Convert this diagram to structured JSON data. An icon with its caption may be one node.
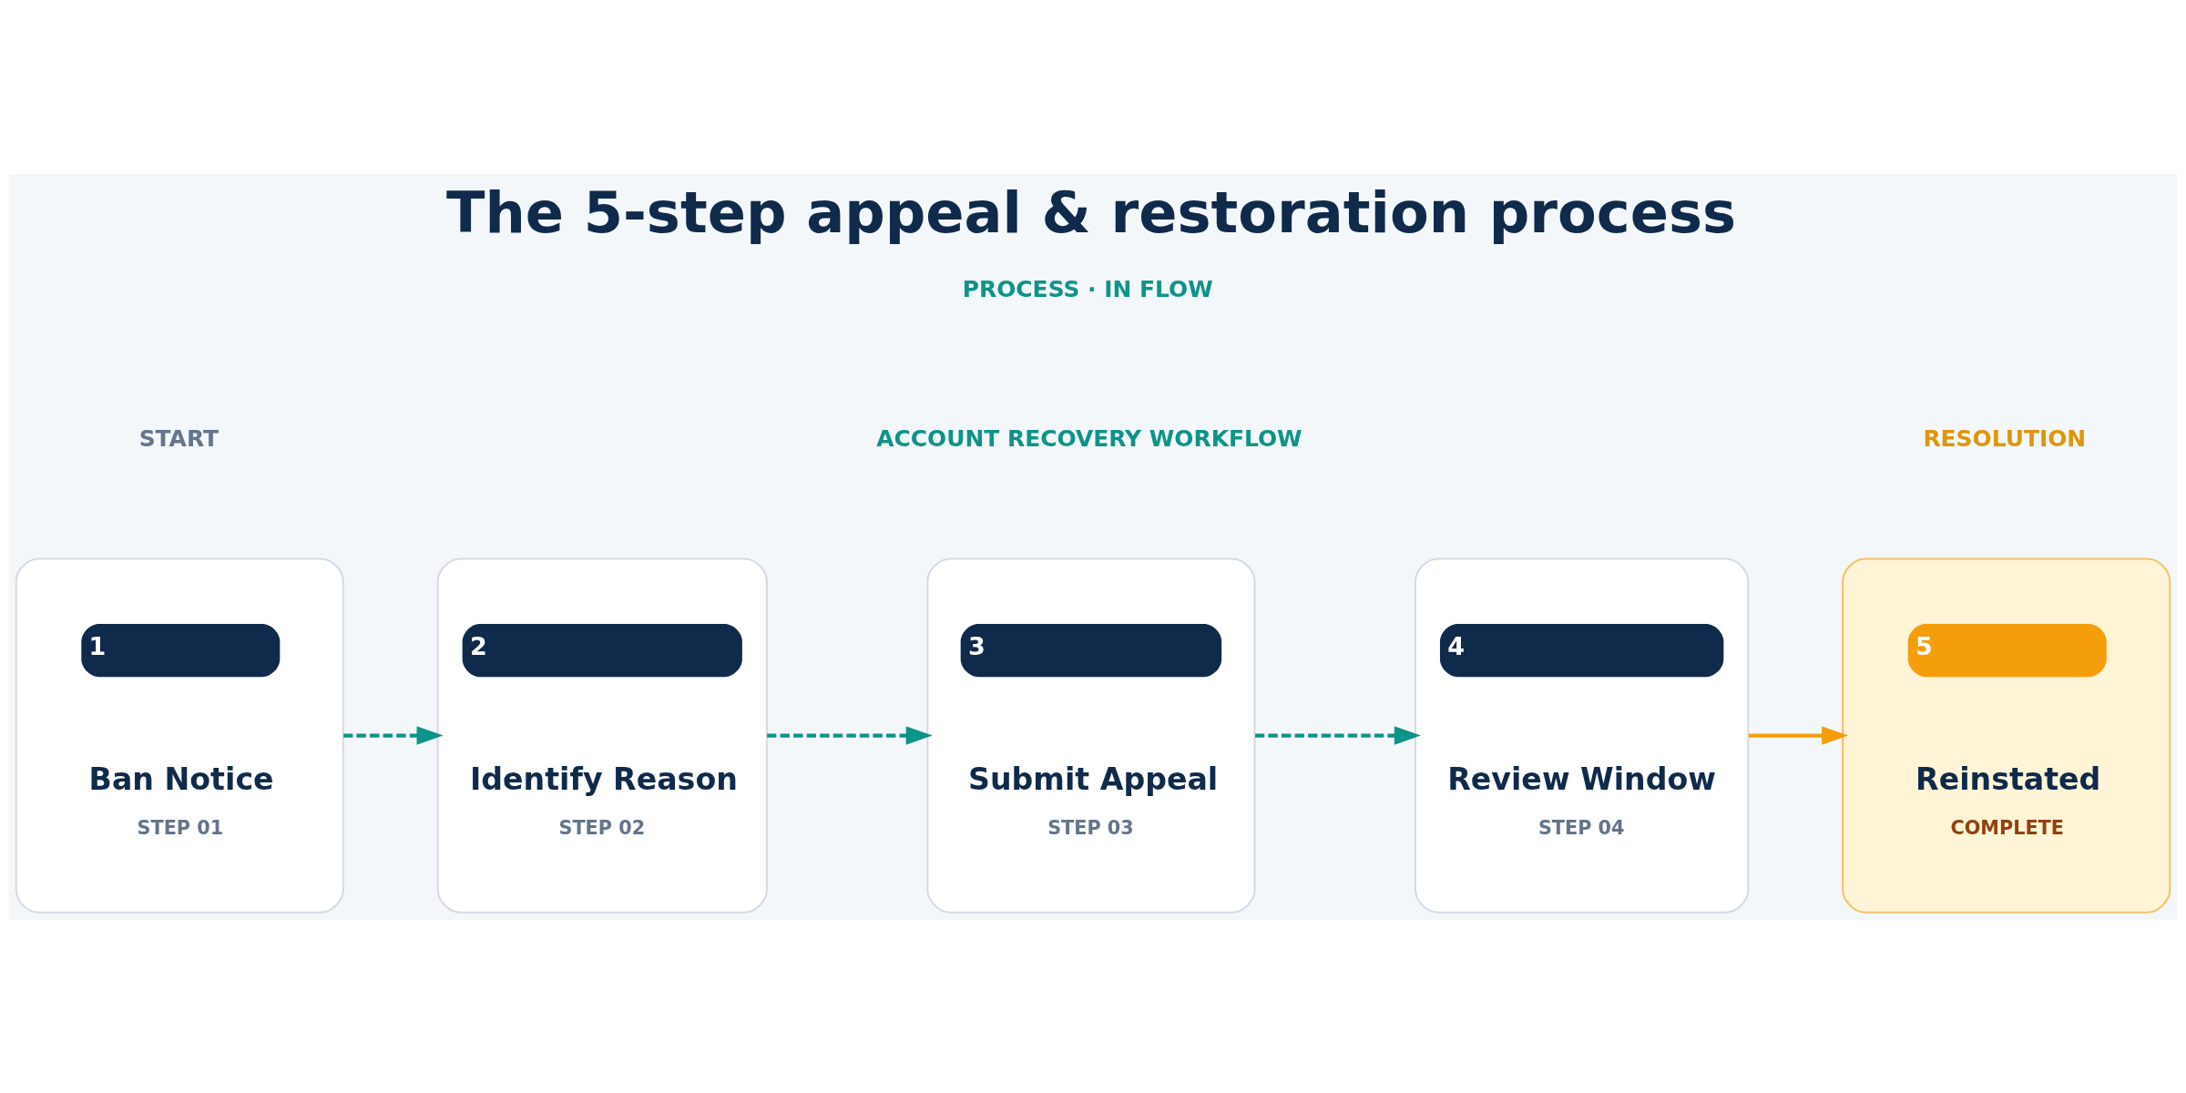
{
  "diagram": {
    "title": "The 5-step appeal & restoration process",
    "nodes": [
      {
        "text": [
          "1",
          "Ban Notice",
          "STEP 01"
        ]
      },
      {
        "text": [
          "2",
          "Identify Reason",
          "STEP 02"
        ]
      },
      {
        "text": [
          "3",
          "Submit Appeal",
          "STEP 03"
        ]
      },
      {
        "text": [
          "4",
          "Review Window",
          "STEP 04"
        ]
      },
      {
        "text": [
          "5",
          "Reinstated",
          "COMPLETE"
        ]
      }
    ],
    "edges": [
      {
        "from": 0,
        "to": 1,
        "arrow": "to",
        "style": "dashed"
      },
      {
        "from": 1,
        "to": 2,
        "arrow": "to",
        "style": "dashed"
      },
      {
        "from": 2,
        "to": 3,
        "arrow": "to",
        "style": "dashed"
      },
      {
        "from": 3,
        "to": 4,
        "arrow": "to",
        "color": "#f59e0b"
      }
    ],
    "labels": [
      "ACCOUNT RECOVERY WORKFLOW",
      "START",
      "PROCESS · IN FLOW",
      "RESOLUTION"
    ]
  }
}
